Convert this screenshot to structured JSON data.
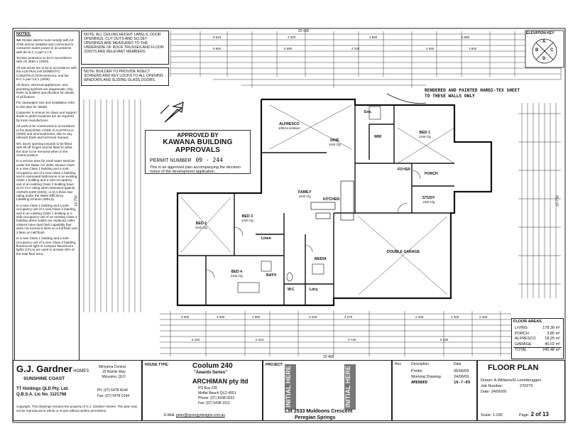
{
  "notes": {
    "title": "NOTES:",
    "paragraphs": [
      "Smoke alarms must comply with AS 3786 and be installed and connected to consumer mains power in accordance with the B.C.A part 3.7.5",
      "Termite protection to be in accordance with AS 3660.1 (2000)",
      "All wet areas are to be in accordance with the AUSTRALIAN DOMESTIC CONSTRUCTION MANUAL and the B.C.A part 3.8.1 (2008)",
      "All doors, electrical appliances, and plumbing symbols are diagramatic only. Refer to builders specification for details of all fixtures.",
      "For downpipes size and installation refer to site plan for details",
      "Carpenter to ensure tie down and support studs to girder locations are as required by truss manufacturer.",
      "All work to be constructed in accordance to the BUILDING CODE of AUSTRALIA (2008) and ammendments, also to any relevant trade and technical manual.",
      "WC doors opening inwards to be fitted with lift off hinges and be fitted to allow the door to be removed when in the closed position.",
      "In a service area for retail water services under the Water Act 2000, shower roses in a new Class 1 building and a sole-occupancy unit of a new Class 2 building, and in renovated bathrooms in an existing Class 1 building and a sole-occupancy unit of an existing Class 2 building have: a) An AAA rating when assessed against AS/NZS 6400 (2004); or b) A three star rating under the Water Efficiency Labelling scheme (WELS).",
      "In a new Class 1 building and a sole-occupancy unit of a new Class 2 building, and in an existing Class 1 building or a sole-occupancy unit of an existing Class 2 building where toilets are replaced, toilet cisterns have dual flush capability that does not exceed 6 litres on a full flush and 3 litres on half flush.",
      "In a new Class 1 building and a sole-occupancy unit of a new Class 2 building, fluorescent light or compact fluorescent lights (CFLs) are used in at least 40% of the total floor area."
    ],
    "smoke_alarm_symbol": "SA"
  },
  "note_ceiling": "NOTE: ALL CEILING HEIGHT LABELS, DOOR OPENINGS, CUT OUTS AND SQ.SET OPENINGS ARE MEASURED TO THE UNDERSIDE OF ROOF TRUSSES AND FLOOR JOISTS AND RELEVANT MEMBERS.",
  "note_builder": "NOTE: BUILDER TO PROVIDE INSECT SCREENS AND KEY LOCKS TO ALL OPENING WINDOWS AND SLIDING GLASS DOORS.",
  "elevation_key": {
    "title": "ELEVATION KEY",
    "letters": [
      "A",
      "B",
      "C",
      "D"
    ]
  },
  "approval_stamp": {
    "line1": "APPROVED BY",
    "line2": "KAWANA BUILDING APPROVALS",
    "permit_label": "PERMIT NUMBER",
    "permit_number": "09 - 244",
    "line4": "This is an approved plan accompanying the decision notice of the development application."
  },
  "handwritten_note": "RENDERED AND PAINTED HARDI-TEX SHEET TO THESE WALLS ONLY",
  "rooms": {
    "alfresco": "ALFRESCO",
    "alfresco_note": "100mm setdown",
    "dine": "DINE",
    "family": "FAMILY",
    "kitchen": "KITCHEN",
    "bed1": "BED 1",
    "wir": "WIR",
    "ens": "Ens.",
    "foyer": "FOYER",
    "porch": "PORCH",
    "study": "STUDY",
    "bed2": "BED 2",
    "bed3": "BED 3",
    "bed4": "BED 4",
    "bath": "BATH",
    "linen": "Linen",
    "wc": "W.C",
    "ldry": "Ldry.",
    "media": "MEDIA",
    "double_garage": "DOUBLE GARAGE",
    "ceiling": "2440 Clg"
  },
  "dims": {
    "overall_width": "20 400",
    "overall_depth": "14 750",
    "bottom_total": "20 400",
    "top_row1": [
      "6 610",
      "3 320",
      "3 590",
      "6 880"
    ],
    "top_row2": [
      "5 600",
      "5 590",
      "4 200",
      "1 550",
      "3 600"
    ],
    "bottom_row1": [
      "3 000",
      "3 000",
      "1 680",
      "3 445",
      "3 270",
      "2 405",
      "1 200",
      "2 405"
    ],
    "bottom_row2": [
      "6 160",
      "5 310",
      "3 745",
      "5 330"
    ]
  },
  "floor_areas": {
    "title": "FLOOR AREAS",
    "rows": [
      {
        "name": "LIVING",
        "value": "178.36 m²"
      },
      {
        "name": "PORCH",
        "value": "3.85 m²"
      },
      {
        "name": "ALFRESCO",
        "value": "18.25 m²"
      },
      {
        "name": "GARAGE",
        "value": "40.02 m²"
      },
      {
        "name": "TOTAL",
        "value": "240.48 m²"
      }
    ]
  },
  "title_block": {
    "company": "G.J. Gardner",
    "company_suffix": "HOMES",
    "region": "SUNSHINE COAST",
    "office": "Minyama Central",
    "office_addr1": "15 Nicklin Way",
    "office_addr2": "Minyama, QLD",
    "holding": "TT Holdings QLD Pty. Ltd.",
    "qbsa": "Q.B.S.A. Lic No. 1121768",
    "phone_label": "Ph:",
    "phone": "(07) 5478 4144",
    "fax_label": "Fax:",
    "fax": "(07) 5478 0144",
    "copyright": "Copyright. This drawings remains the property of G.J. Gardner Homes. This plan may not be reproduced in whole or in part without written permission.",
    "house_type_label": "HOUSE TYPE:",
    "house_type": "Coolum 240",
    "series": "\"Awards Series\"",
    "drafter": "ARCHIMAN pty ltd",
    "drafter_addr1": "PO Box 220",
    "drafter_addr2": "Moffat Beach QLD 4551",
    "drafter_ph": "Phone: (07) 5438 0022",
    "drafter_fax": "Fax: (07) 5438 1011",
    "email_label": "E-Mail:",
    "email": "peter@synergydesigns.com.au",
    "project_label": "PROJECT:",
    "lot": "Lot 2533 Muldoons Crescent",
    "suburb": "Peregian Springs",
    "initial_here": "INITIAL HERE",
    "rev_label": "Rev",
    "desc_label": "Description",
    "date_label": "Date",
    "revisions": [
      {
        "rev": "",
        "desc": "Prelim",
        "date": "05/06/09"
      },
      {
        "rev": "",
        "desc": "Working Drawing",
        "date": "24/06/09"
      },
      {
        "rev": "",
        "desc": "AMENDED",
        "date": "10-7-09"
      }
    ],
    "sheet_title": "FLOOR PLAN",
    "drawn_label": "Drawn:",
    "drawn": "A.Williams/D.Leembruggen",
    "job_label": "Job Number:",
    "job": "270275",
    "date2_label": "Date:",
    "date2": "24/06/09",
    "scale_label": "Scale:",
    "scale": "1:100",
    "page_label": "Page:",
    "page": "2 of 13"
  },
  "colors": {
    "ink": "#111111",
    "stamp_grey": "#777777",
    "wall_fill": "#cfcfcf"
  }
}
